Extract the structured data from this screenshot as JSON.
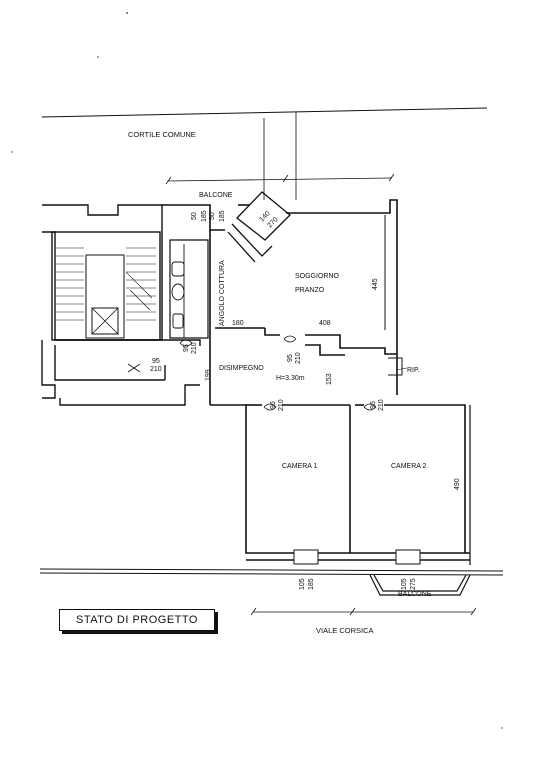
{
  "labels": {
    "courtyard": "CORTILE COMUNE",
    "balcony_top": "BALCONE",
    "kitchen": "ANGOLO COTTURA",
    "living_1": "SOGGIORNO",
    "living_2": "PRANZO",
    "hall": "DISIMPEGNO",
    "height": "H=3.30m",
    "storage": "RIP.",
    "bedroom_1": "CAMERA 1",
    "bedroom_2": "CAMERA 2",
    "balcony_bottom": "BALCONE",
    "street": "VIALE CORSICA",
    "title": "STATO DI PROGETTO"
  },
  "dimensions": {
    "d50a": "50",
    "d185a": "185",
    "d50b": "50",
    "d185b": "185",
    "d140": "140",
    "d270a": "270",
    "d445": "445",
    "d180": "180",
    "d408": "408",
    "d199": "199",
    "d153": "153",
    "d490": "490",
    "door_entry_w": "95",
    "door_entry_h": "210",
    "door_bath_w": "95",
    "door_bath_h": "210",
    "door_hall_w": "95",
    "door_hall_h": "210",
    "door_c1_w": "95",
    "door_c1_h": "210",
    "door_c2_w": "95",
    "door_c2_h": "210",
    "win_c1_w": "105",
    "win_c1_h": "185",
    "win_c2_w": "105",
    "win_c2_h": "275"
  }
}
